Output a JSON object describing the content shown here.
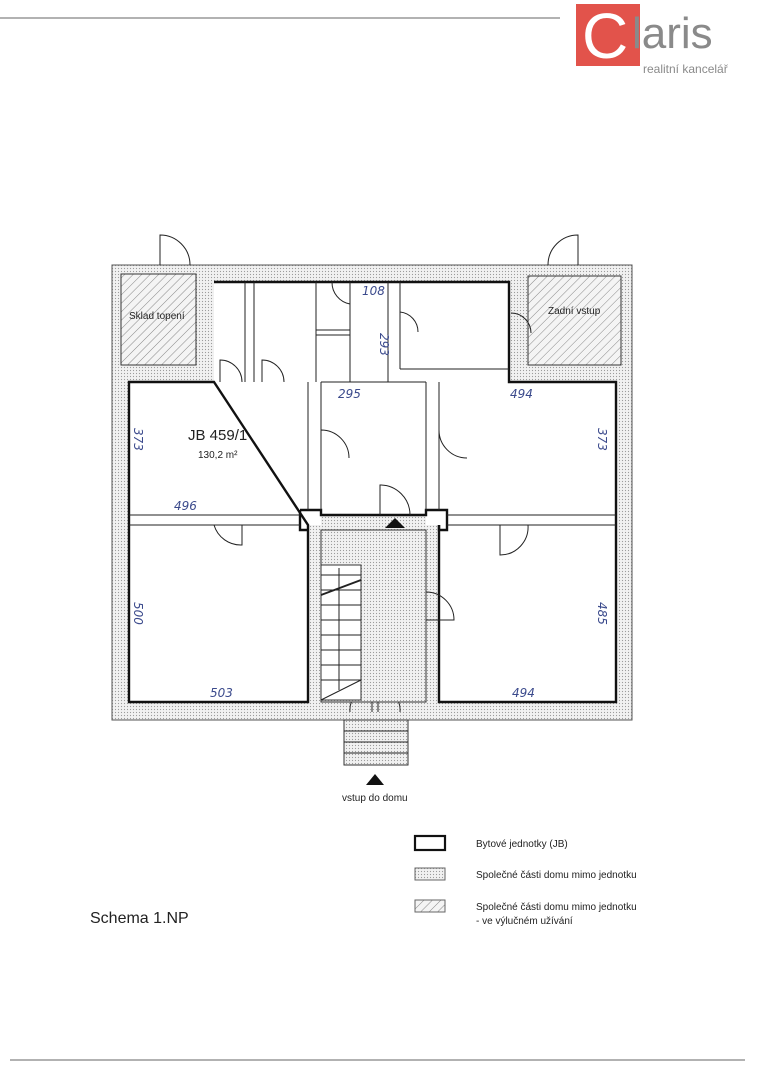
{
  "logo": {
    "brand": "Claris",
    "tagline": "realitní kancelář",
    "brand_color": "#e2534b",
    "text_color": "#8a8a8a"
  },
  "plan": {
    "unit_title": "JB 459/1",
    "unit_area": "130,2 m²",
    "rooms": {
      "storage": "Sklad topení",
      "back_entrance": "Zadní vstup"
    },
    "entrance": "vstup do domu",
    "dimensions": {
      "top_small": "108",
      "corridor": "293",
      "hall": "295",
      "right_top": "494",
      "left_h": "373",
      "right_h": "373",
      "left_mid": "496",
      "left_bottom_h": "500",
      "left_bottom": "503",
      "right_bottom_h": "485",
      "right_bottom": "494"
    }
  },
  "legend": [
    {
      "label": "Bytové jednotky (JB)"
    },
    {
      "label": "Společné části domu mimo jednotku"
    },
    {
      "label": "Společné části domu mimo jednotku",
      "label2": "- ve výlučném užívání"
    }
  ],
  "schema_title": "Schema 1.NP"
}
